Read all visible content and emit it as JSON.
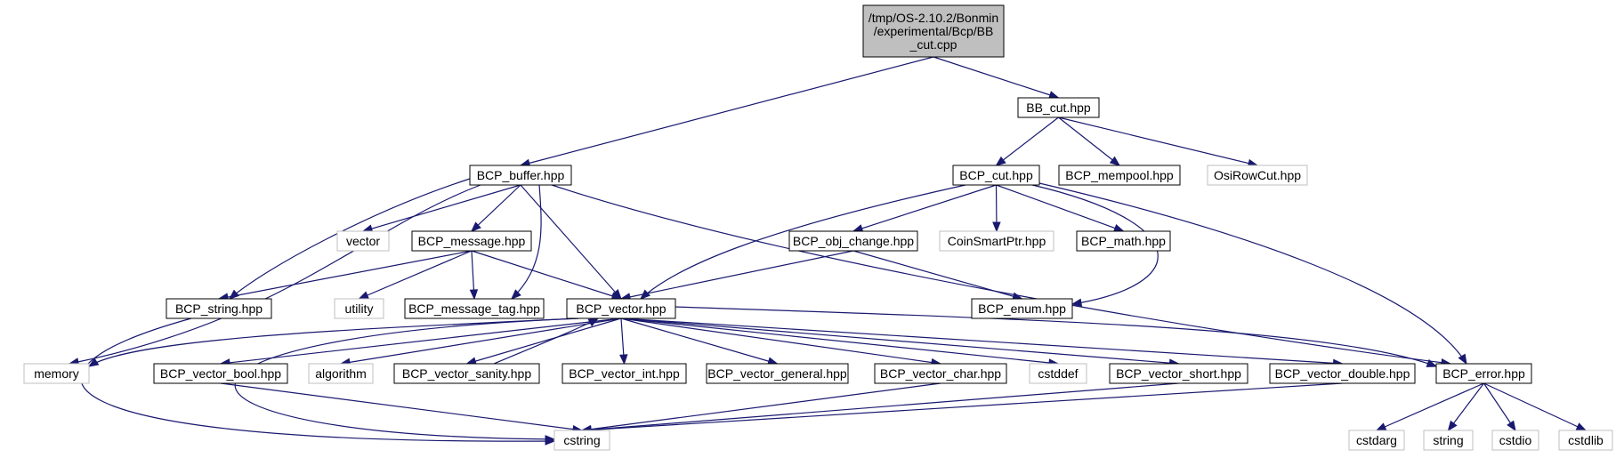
{
  "colors": {
    "edge": "#191970",
    "main_fill": "#bfbfbf",
    "ext_border": "#bfbfbf",
    "border": "#000000"
  },
  "nodes": {
    "root": {
      "lines": [
        "/tmp/OS-2.10.2/Bonmin",
        "/experimental/Bcp/BB",
        "_cut.cpp"
      ],
      "kind": "main"
    },
    "bb_cut": {
      "lines": [
        "BB_cut.hpp"
      ],
      "kind": "std"
    },
    "bcp_buffer": {
      "lines": [
        "BCP_buffer.hpp"
      ],
      "kind": "std"
    },
    "bcp_cut": {
      "lines": [
        "BCP_cut.hpp"
      ],
      "kind": "std"
    },
    "bcp_mempool": {
      "lines": [
        "BCP_mempool.hpp"
      ],
      "kind": "std"
    },
    "osirowcut": {
      "lines": [
        "OsiRowCut.hpp"
      ],
      "kind": "ext"
    },
    "vector": {
      "lines": [
        "vector"
      ],
      "kind": "ext"
    },
    "bcp_message": {
      "lines": [
        "BCP_message.hpp"
      ],
      "kind": "std"
    },
    "bcp_obj_change": {
      "lines": [
        "BCP_obj_change.hpp"
      ],
      "kind": "std"
    },
    "coinsmartptr": {
      "lines": [
        "CoinSmartPtr.hpp"
      ],
      "kind": "ext"
    },
    "bcp_math": {
      "lines": [
        "BCP_math.hpp"
      ],
      "kind": "std"
    },
    "bcp_string": {
      "lines": [
        "BCP_string.hpp"
      ],
      "kind": "std"
    },
    "utility": {
      "lines": [
        "utility"
      ],
      "kind": "ext"
    },
    "bcp_message_tag": {
      "lines": [
        "BCP_message_tag.hpp"
      ],
      "kind": "std"
    },
    "bcp_vector": {
      "lines": [
        "BCP_vector.hpp"
      ],
      "kind": "std"
    },
    "bcp_enum": {
      "lines": [
        "BCP_enum.hpp"
      ],
      "kind": "std"
    },
    "memory": {
      "lines": [
        "memory"
      ],
      "kind": "ext"
    },
    "bcp_vector_bool": {
      "lines": [
        "BCP_vector_bool.hpp"
      ],
      "kind": "std"
    },
    "algorithm": {
      "lines": [
        "algorithm"
      ],
      "kind": "ext"
    },
    "bcp_vector_sanity": {
      "lines": [
        "BCP_vector_sanity.hpp"
      ],
      "kind": "std"
    },
    "bcp_vector_int": {
      "lines": [
        "BCP_vector_int.hpp"
      ],
      "kind": "std"
    },
    "bcp_vector_general": {
      "lines": [
        "BCP_vector_general.hpp"
      ],
      "kind": "std"
    },
    "bcp_vector_char": {
      "lines": [
        "BCP_vector_char.hpp"
      ],
      "kind": "std"
    },
    "cstddef": {
      "lines": [
        "cstddef"
      ],
      "kind": "ext"
    },
    "bcp_vector_short": {
      "lines": [
        "BCP_vector_short.hpp"
      ],
      "kind": "std"
    },
    "bcp_vector_double": {
      "lines": [
        "BCP_vector_double.hpp"
      ],
      "kind": "std"
    },
    "bcp_error": {
      "lines": [
        "BCP_error.hpp"
      ],
      "kind": "std"
    },
    "cstring": {
      "lines": [
        "cstring"
      ],
      "kind": "ext"
    },
    "cstdarg": {
      "lines": [
        "cstdarg"
      ],
      "kind": "ext"
    },
    "string": {
      "lines": [
        "string"
      ],
      "kind": "ext"
    },
    "cstdio": {
      "lines": [
        "cstdio"
      ],
      "kind": "ext"
    },
    "cstdlib": {
      "lines": [
        "cstdlib"
      ],
      "kind": "ext"
    }
  },
  "edges": [
    [
      "root",
      "bb_cut"
    ],
    [
      "root",
      "bcp_buffer"
    ],
    [
      "bb_cut",
      "bcp_cut"
    ],
    [
      "bb_cut",
      "bcp_mempool"
    ],
    [
      "bb_cut",
      "osirowcut"
    ],
    [
      "bcp_buffer",
      "vector"
    ],
    [
      "bcp_buffer",
      "bcp_message"
    ],
    [
      "bcp_buffer",
      "bcp_string"
    ],
    [
      "bcp_buffer",
      "bcp_message_tag"
    ],
    [
      "bcp_buffer",
      "bcp_vector"
    ],
    [
      "bcp_buffer",
      "memory"
    ],
    [
      "bcp_buffer",
      "bcp_error"
    ],
    [
      "bcp_cut",
      "bcp_obj_change"
    ],
    [
      "bcp_cut",
      "coinsmartptr"
    ],
    [
      "bcp_cut",
      "bcp_math"
    ],
    [
      "bcp_cut",
      "bcp_vector"
    ],
    [
      "bcp_cut",
      "bcp_enum"
    ],
    [
      "bcp_cut",
      "bcp_error"
    ],
    [
      "bcp_message",
      "bcp_string"
    ],
    [
      "bcp_message",
      "utility"
    ],
    [
      "bcp_message",
      "bcp_message_tag"
    ],
    [
      "bcp_message",
      "bcp_vector"
    ],
    [
      "bcp_obj_change",
      "bcp_vector"
    ],
    [
      "bcp_obj_change",
      "bcp_enum"
    ],
    [
      "bcp_string",
      "cstring"
    ],
    [
      "bcp_vector",
      "memory"
    ],
    [
      "bcp_vector",
      "bcp_vector_bool"
    ],
    [
      "bcp_vector",
      "algorithm"
    ],
    [
      "bcp_vector",
      "bcp_vector_sanity"
    ],
    [
      "bcp_vector",
      "bcp_vector_int"
    ],
    [
      "bcp_vector",
      "bcp_vector_general"
    ],
    [
      "bcp_vector",
      "bcp_vector_char"
    ],
    [
      "bcp_vector",
      "cstddef"
    ],
    [
      "bcp_vector",
      "bcp_vector_short"
    ],
    [
      "bcp_vector",
      "bcp_vector_double"
    ],
    [
      "bcp_vector",
      "bcp_error"
    ],
    [
      "bcp_vector",
      "cstring"
    ],
    [
      "bcp_vector_sanity",
      "bcp_vector"
    ],
    [
      "bcp_vector_bool",
      "cstring"
    ],
    [
      "bcp_vector_char",
      "cstring"
    ],
    [
      "bcp_vector_short",
      "cstring"
    ],
    [
      "bcp_vector_double",
      "cstring"
    ],
    [
      "bcp_error",
      "cstdarg"
    ],
    [
      "bcp_error",
      "string"
    ],
    [
      "bcp_error",
      "cstdio"
    ],
    [
      "bcp_error",
      "cstdlib"
    ]
  ]
}
